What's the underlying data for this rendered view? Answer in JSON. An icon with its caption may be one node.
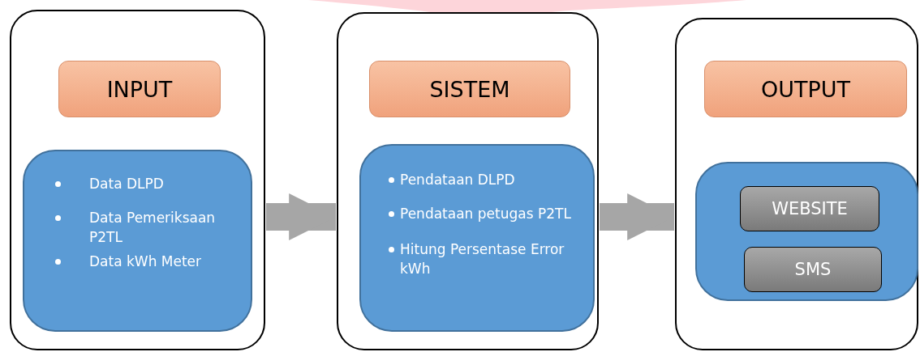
{
  "diagram": {
    "nodes": [
      {
        "text": [],
        "shape": "box"
      },
      {
        "text": [
          "INPUT"
        ],
        "in": 0
      },
      {
        "text": [
          "Data DLPD",
          "Data Pemeriksaan P2TL",
          "Data kWh Meter"
        ],
        "in": 0
      },
      {
        "text": [],
        "shape": "box"
      },
      {
        "text": [
          "SISTEM"
        ],
        "in": 3
      },
      {
        "text": [
          "Pendataan DLPD",
          "Pendataan petugas P2TL",
          "Hitung Persentase Error kWh"
        ],
        "in": 3
      },
      {
        "text": [],
        "shape": "box"
      },
      {
        "text": [
          "OUTPUT"
        ],
        "in": 6
      },
      {
        "text": [],
        "shape": "box",
        "in": 6
      },
      {
        "text": [
          "WEBSITE"
        ],
        "in": 8
      },
      {
        "text": [
          "SMS"
        ],
        "in": 8
      }
    ],
    "edges": [
      {
        "from": 0,
        "to": 3,
        "arrow": "to"
      },
      {
        "from": 3,
        "to": 6,
        "arrow": "to"
      }
    ]
  }
}
